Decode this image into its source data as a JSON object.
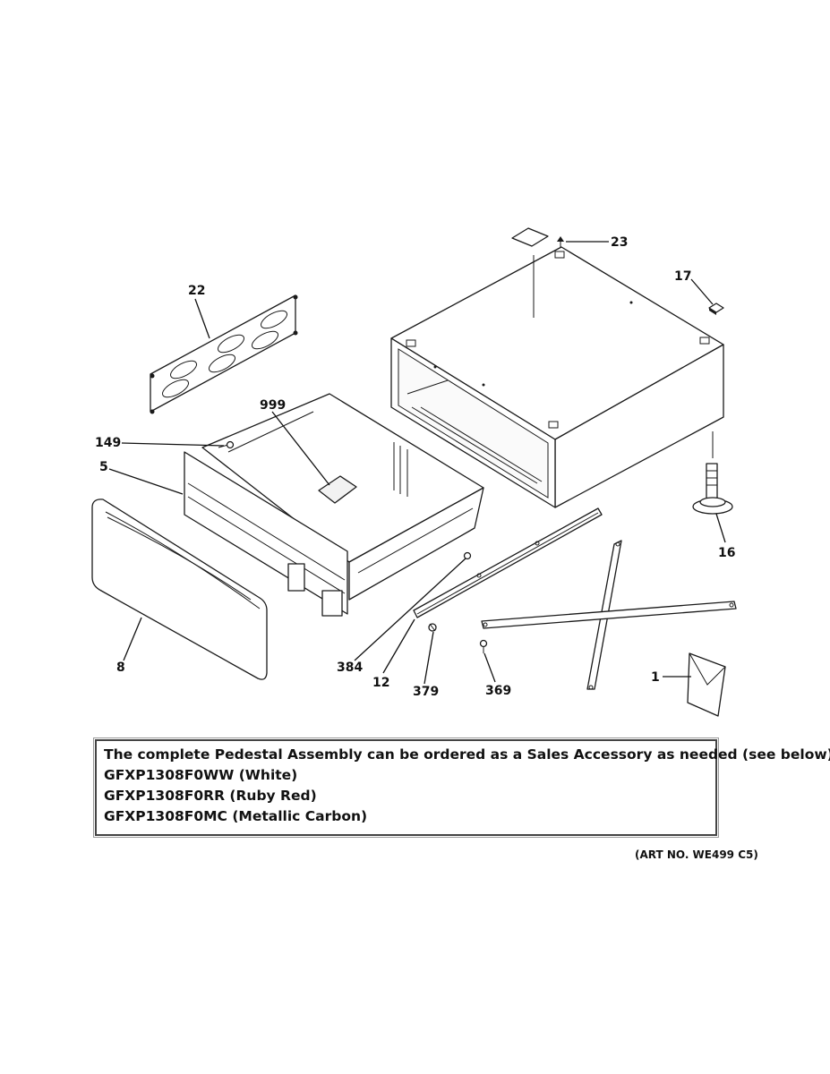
{
  "callouts": {
    "c23": "23",
    "c22": "22",
    "c17": "17",
    "c999": "999",
    "c149": "149",
    "c5": "5",
    "c16": "16",
    "c8": "8",
    "c384": "384",
    "c12": "12",
    "c379": "379",
    "c369": "369",
    "c1": "1"
  },
  "note": {
    "line1": "The complete Pedestal Assembly can be ordered as a Sales Accessory as needed (see below)",
    "line2": "GFXP1308F0WW (White)",
    "line3": "GFXP1308F0RR (Ruby Red)",
    "line4": "GFXP1308F0MC (Metallic Carbon)"
  },
  "art_number": "(ART NO. WE499 C5)"
}
